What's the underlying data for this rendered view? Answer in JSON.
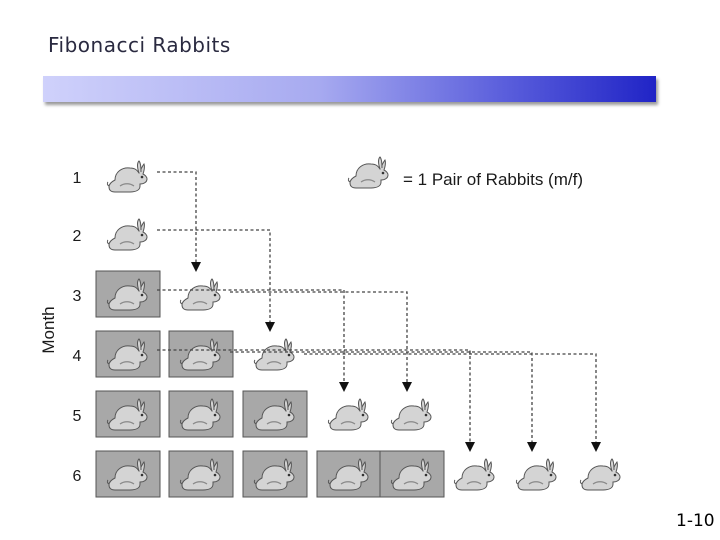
{
  "slide": {
    "title": "Fibonacci Rabbits",
    "number": "1-10"
  },
  "diagram": {
    "axis_label": "Month",
    "legend": "= 1 Pair of Rabbits (m/f)",
    "months": [
      {
        "label": "1",
        "pairs": [
          "new"
        ]
      },
      {
        "label": "2",
        "pairs": [
          "mature"
        ]
      },
      {
        "label": "3",
        "pairs": [
          "mature",
          "new"
        ]
      },
      {
        "label": "4",
        "pairs": [
          "mature",
          "mature",
          "new"
        ]
      },
      {
        "label": "5",
        "pairs": [
          "mature",
          "mature",
          "mature",
          "new",
          "new"
        ]
      },
      {
        "label": "6",
        "pairs": [
          "mature",
          "mature",
          "mature",
          "mature",
          "mature",
          "new",
          "new",
          "new"
        ]
      }
    ],
    "icon": "rabbit-icon",
    "colors": {
      "rabbit_fill": "#d4d4d4",
      "rabbit_stroke": "#555555",
      "mature_box": "#a8a8a8",
      "arrow": "#111111"
    }
  }
}
